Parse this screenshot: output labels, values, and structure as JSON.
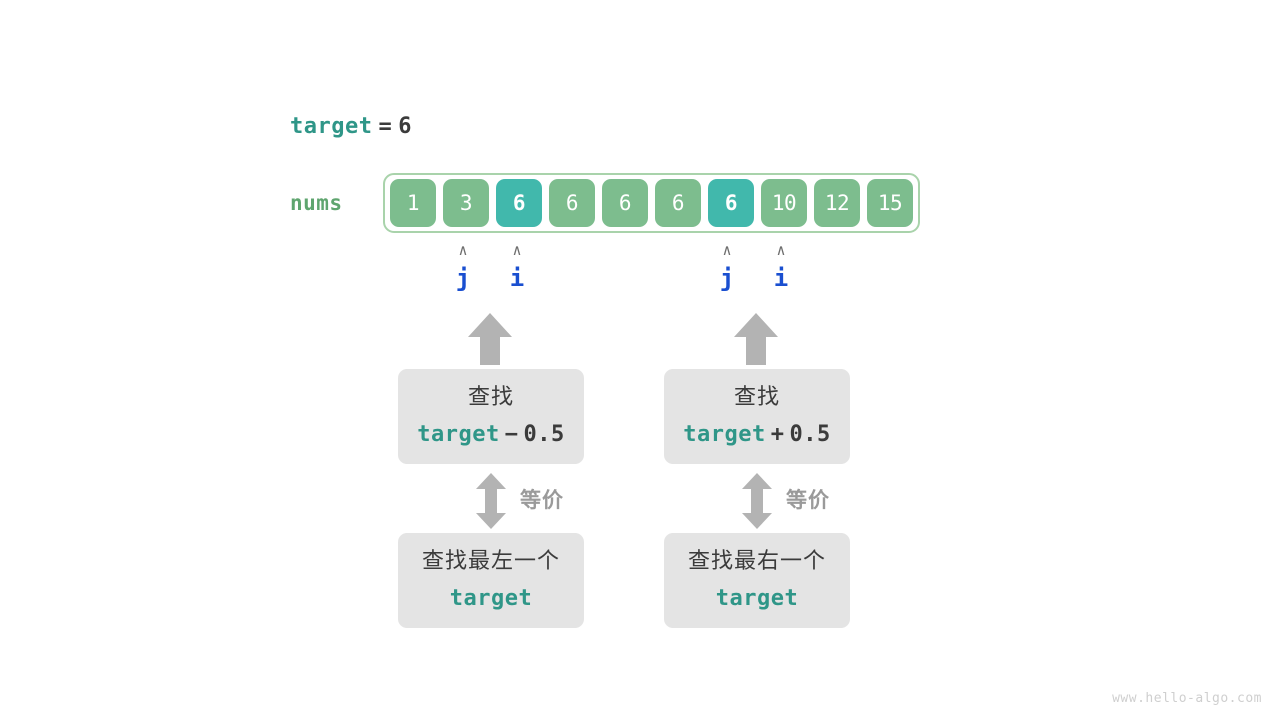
{
  "diagram": {
    "target_line": {
      "name": "target",
      "equals": "=",
      "value": "6"
    },
    "array": {
      "label": "nums",
      "values": [
        "1",
        "3",
        "6",
        "6",
        "6",
        "6",
        "6",
        "10",
        "12",
        "15"
      ],
      "highlighted_indices": [
        2,
        6
      ],
      "colors": {
        "cell": "#7dbd8e",
        "cell_highlight": "#41b8ac",
        "container_border": "#a9d3ab",
        "label": "#5fa56f"
      }
    },
    "pointers": [
      {
        "caret": "∧",
        "label": "j",
        "index": 1,
        "group": "left"
      },
      {
        "caret": "∧",
        "label": "i",
        "index": 2,
        "group": "left"
      },
      {
        "caret": "∧",
        "label": "j",
        "index": 6,
        "group": "right"
      },
      {
        "caret": "∧",
        "label": "i",
        "index": 7,
        "group": "right"
      }
    ],
    "pointer_color": "#1a4fd0",
    "left_branch": {
      "formula_box": {
        "line1": "查找",
        "term": "target",
        "operator": "−",
        "operand": "0.5"
      },
      "equivalence_label": "等价",
      "meaning_box": {
        "line1": "查找最左一个",
        "line2": "target"
      }
    },
    "right_branch": {
      "formula_box": {
        "line1": "查找",
        "term": "target",
        "operator": "+",
        "operand": "0.5"
      },
      "equivalence_label": "等价",
      "meaning_box": {
        "line1": "查找最右一个",
        "line2": "target"
      }
    },
    "watermark": "www.hello-algo.com",
    "accent_color": "#2f9688"
  }
}
